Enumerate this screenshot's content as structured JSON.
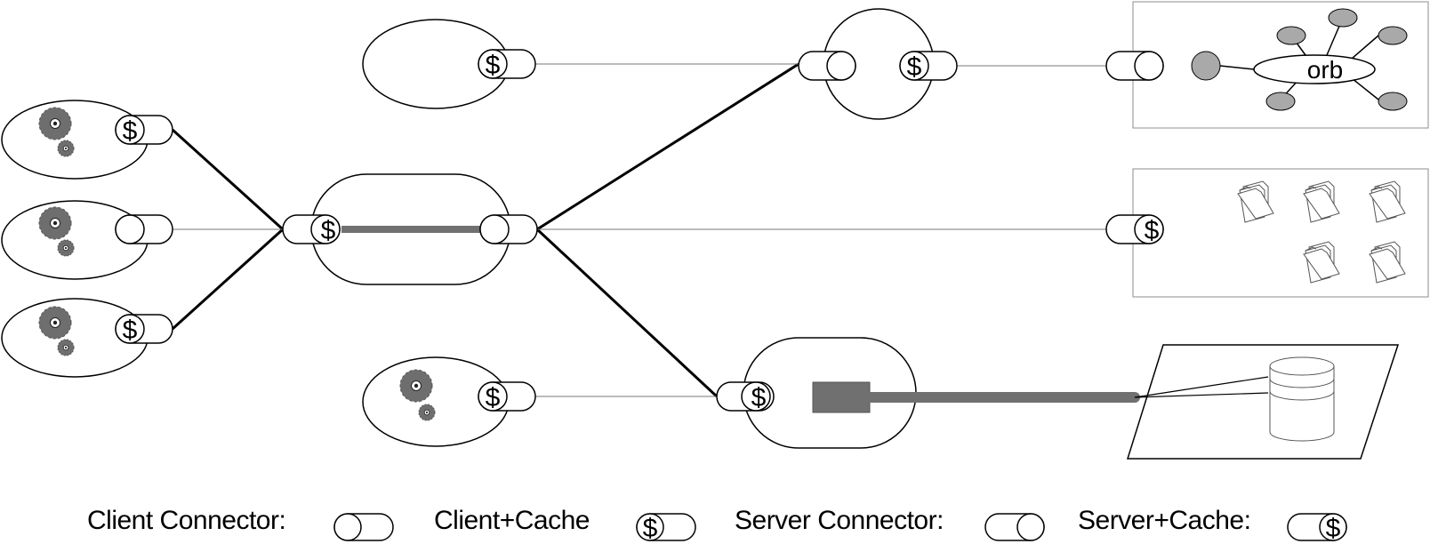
{
  "diagram": {
    "glyphs": {
      "cache_symbol": "$",
      "orb_label": "orb"
    },
    "icons": {
      "user_agent": "gears-icon",
      "cache_store": "dollar-icon",
      "orb_hub": "orb-network-icon",
      "file_store": "folder-icon",
      "database": "database-cylinder-icon"
    },
    "colors": {
      "stroke": "#000000",
      "gear": "#6e6e6e",
      "tunnel": "#707070",
      "orb_nodes": "#a9a9a9",
      "box_border": "#8c8c8c"
    }
  },
  "legend": {
    "client_connector": "Client Connector:",
    "client_cache": "Client+Cache",
    "server_connector": "Server Connector:",
    "server_cache": "Server+Cache:"
  }
}
